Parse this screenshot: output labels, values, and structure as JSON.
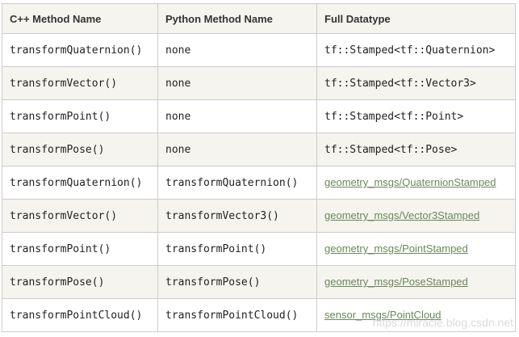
{
  "table": {
    "columns": [
      {
        "label": "C++ Method Name"
      },
      {
        "label": "Python Method Name"
      },
      {
        "label": "Full Datatype"
      }
    ],
    "rows": [
      {
        "cpp_method": "transformQuaternion()",
        "python_method": "none",
        "full_datatype": "tf::Stamped<tf::Quaternion>",
        "datatype_is_link": false
      },
      {
        "cpp_method": "transformVector()",
        "python_method": "none",
        "full_datatype": "tf::Stamped<tf::Vector3>",
        "datatype_is_link": false
      },
      {
        "cpp_method": "transformPoint()",
        "python_method": "none",
        "full_datatype": "tf::Stamped<tf::Point>",
        "datatype_is_link": false
      },
      {
        "cpp_method": "transformPose()",
        "python_method": "none",
        "full_datatype": "tf::Stamped<tf::Pose>",
        "datatype_is_link": false
      },
      {
        "cpp_method": "transformQuaternion()",
        "python_method": "transformQuaternion()",
        "full_datatype": "geometry_msgs/QuaternionStamped",
        "datatype_is_link": true
      },
      {
        "cpp_method": "transformVector()",
        "python_method": "transformVector3()",
        "full_datatype": "geometry_msgs/Vector3Stamped",
        "datatype_is_link": true
      },
      {
        "cpp_method": "transformPoint()",
        "python_method": "transformPoint()",
        "full_datatype": "geometry_msgs/PointStamped",
        "datatype_is_link": true
      },
      {
        "cpp_method": "transformPose()",
        "python_method": "transformPose()",
        "full_datatype": "geometry_msgs/PoseStamped",
        "datatype_is_link": true
      },
      {
        "cpp_method": "transformPointCloud()",
        "python_method": "transformPointCloud()",
        "full_datatype": "sensor_msgs/PointCloud",
        "datatype_is_link": true
      }
    ]
  },
  "watermark": {
    "text": "https://miracle.blog.csdn.net"
  },
  "colors": {
    "header_bg": "#f5f4ee",
    "row_alt_bg": "#f5f4ee",
    "row_bg": "#ffffff",
    "border": "#cccccc",
    "header_text": "#333333",
    "code_text": "#222222",
    "link_green": "#69895b",
    "watermark_gray": "#b9bdc1"
  }
}
